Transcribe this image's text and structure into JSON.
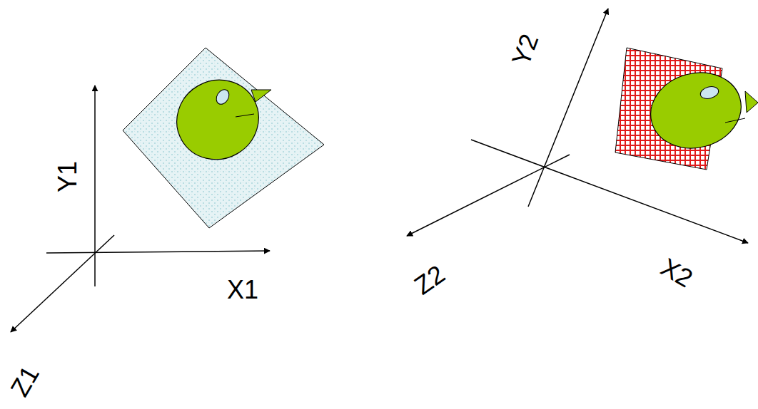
{
  "diagram": {
    "labels": [
      "Y1",
      "X1",
      "Z1",
      "Y2",
      "Z2",
      "X2"
    ]
  }
}
